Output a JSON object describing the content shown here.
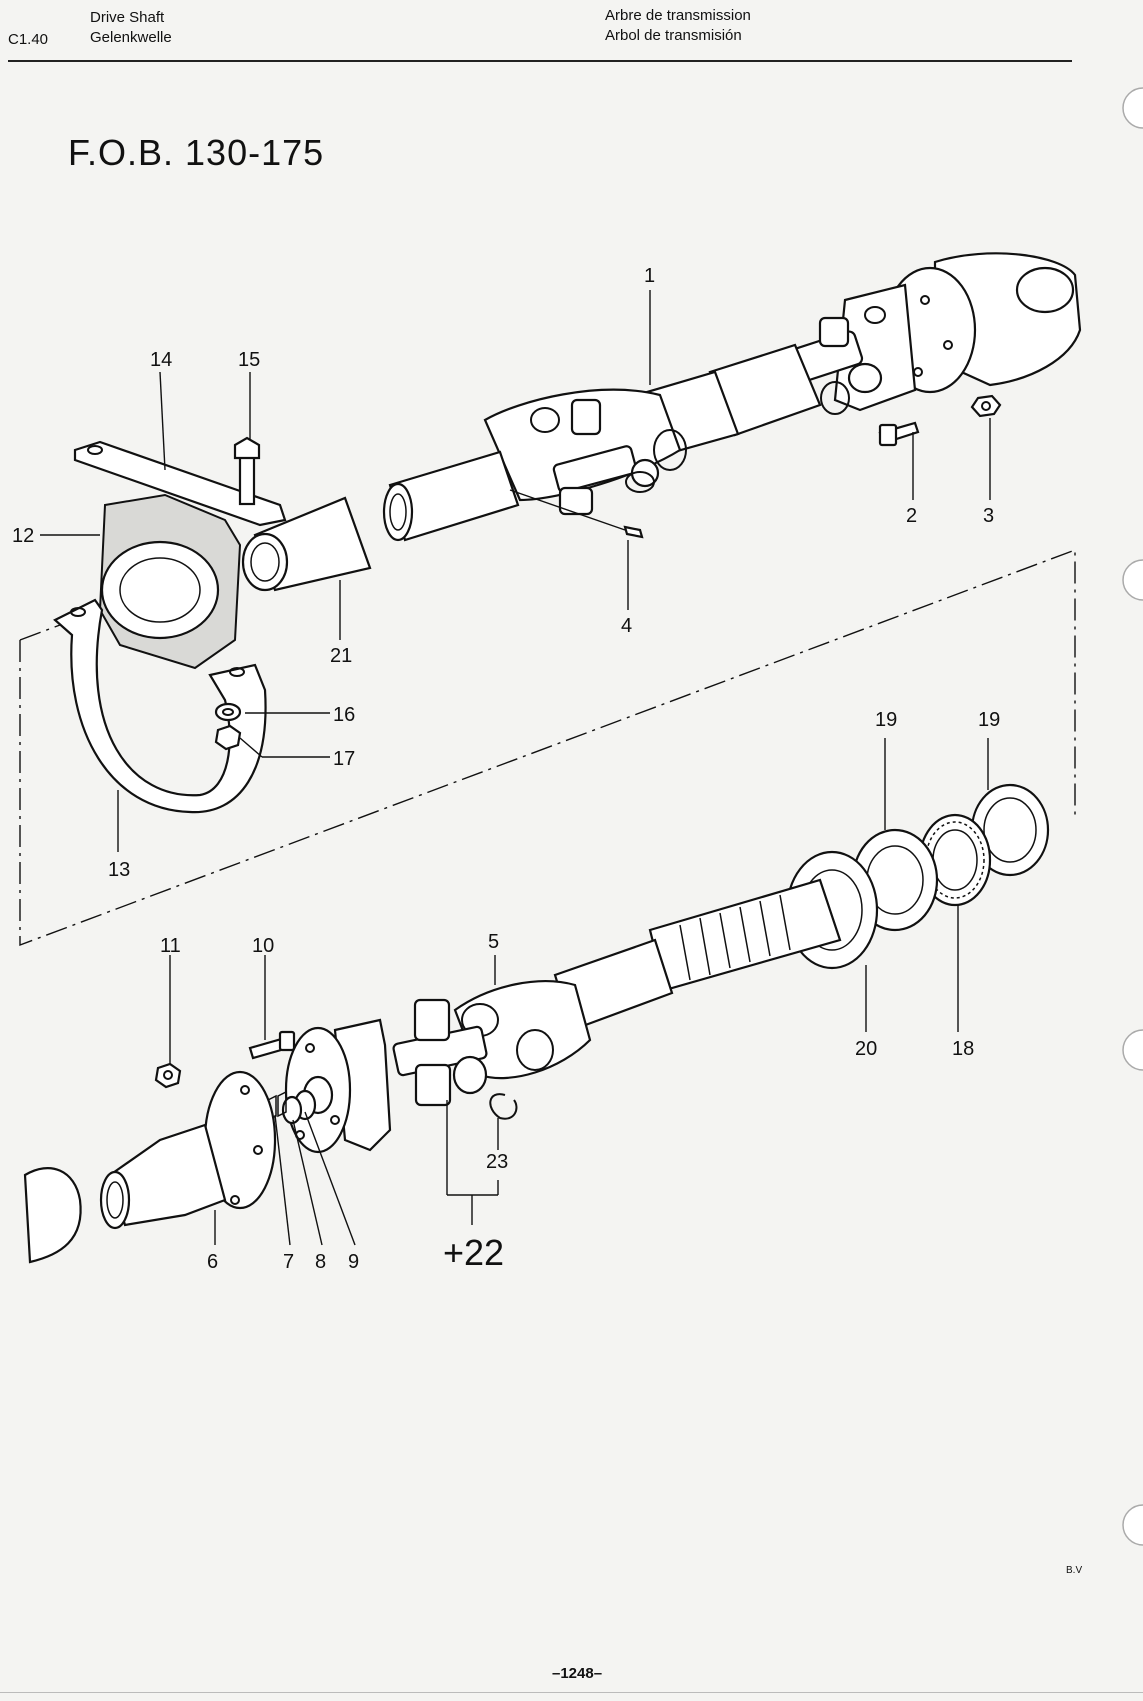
{
  "header": {
    "section_code": "C1.40",
    "title_en": "Drive Shaft",
    "title_de": "Gelenkwelle",
    "title_fr": "Arbre de transmission",
    "title_es": "Arbol de transmisión"
  },
  "model": "F.O.B. 130-175",
  "footer": {
    "page_number": "–1248–",
    "bv_mark": "B.V"
  },
  "part_labels": {
    "p1": "1",
    "p2": "2",
    "p3": "3",
    "p4": "4",
    "p5": "5",
    "p6": "6",
    "p7": "7",
    "p8": "8",
    "p9": "9",
    "p10": "10",
    "p11": "11",
    "p12": "12",
    "p13": "13",
    "p14": "14",
    "p15": "15",
    "p16": "16",
    "p17": "17",
    "p18": "18",
    "p19a": "19",
    "p19b": "19",
    "p20": "20",
    "p21": "21",
    "p22": "+22",
    "p23": "23"
  }
}
